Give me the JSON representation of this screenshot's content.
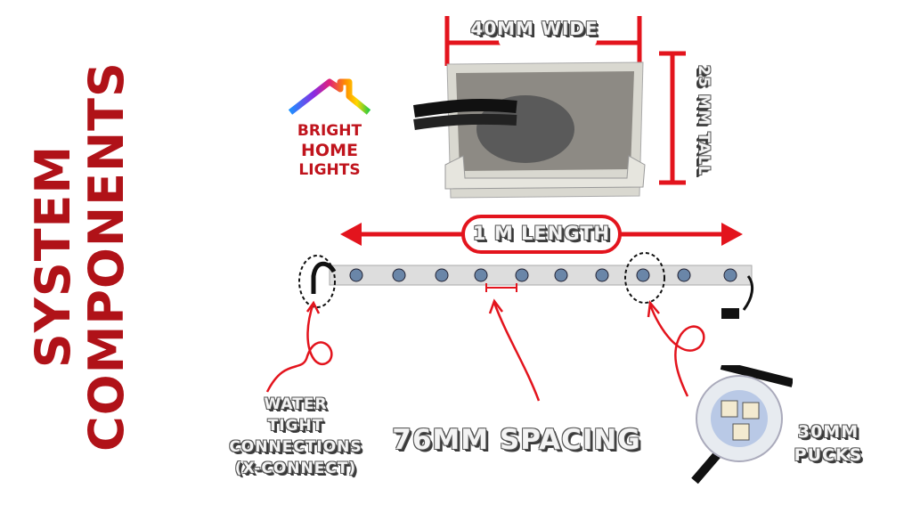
{
  "title_line1": "SYSTEM",
  "title_line2": "COMPONENTS",
  "logo": {
    "line1": "BRIGHT",
    "line2": "HOME",
    "line3": "LIGHTS"
  },
  "labels": {
    "width": "40MM WIDE",
    "height": "25 MM TALL",
    "length": "1 M LENGTH",
    "connections": [
      "WATER",
      "TIGHT",
      "CONNECTIONS",
      "(X-CONNECT)"
    ],
    "spacing": "76MM SPACING",
    "pucks": [
      "30MM",
      "PUCKS"
    ]
  },
  "colors": {
    "accent": "#e3141d",
    "title": "#b01218"
  }
}
